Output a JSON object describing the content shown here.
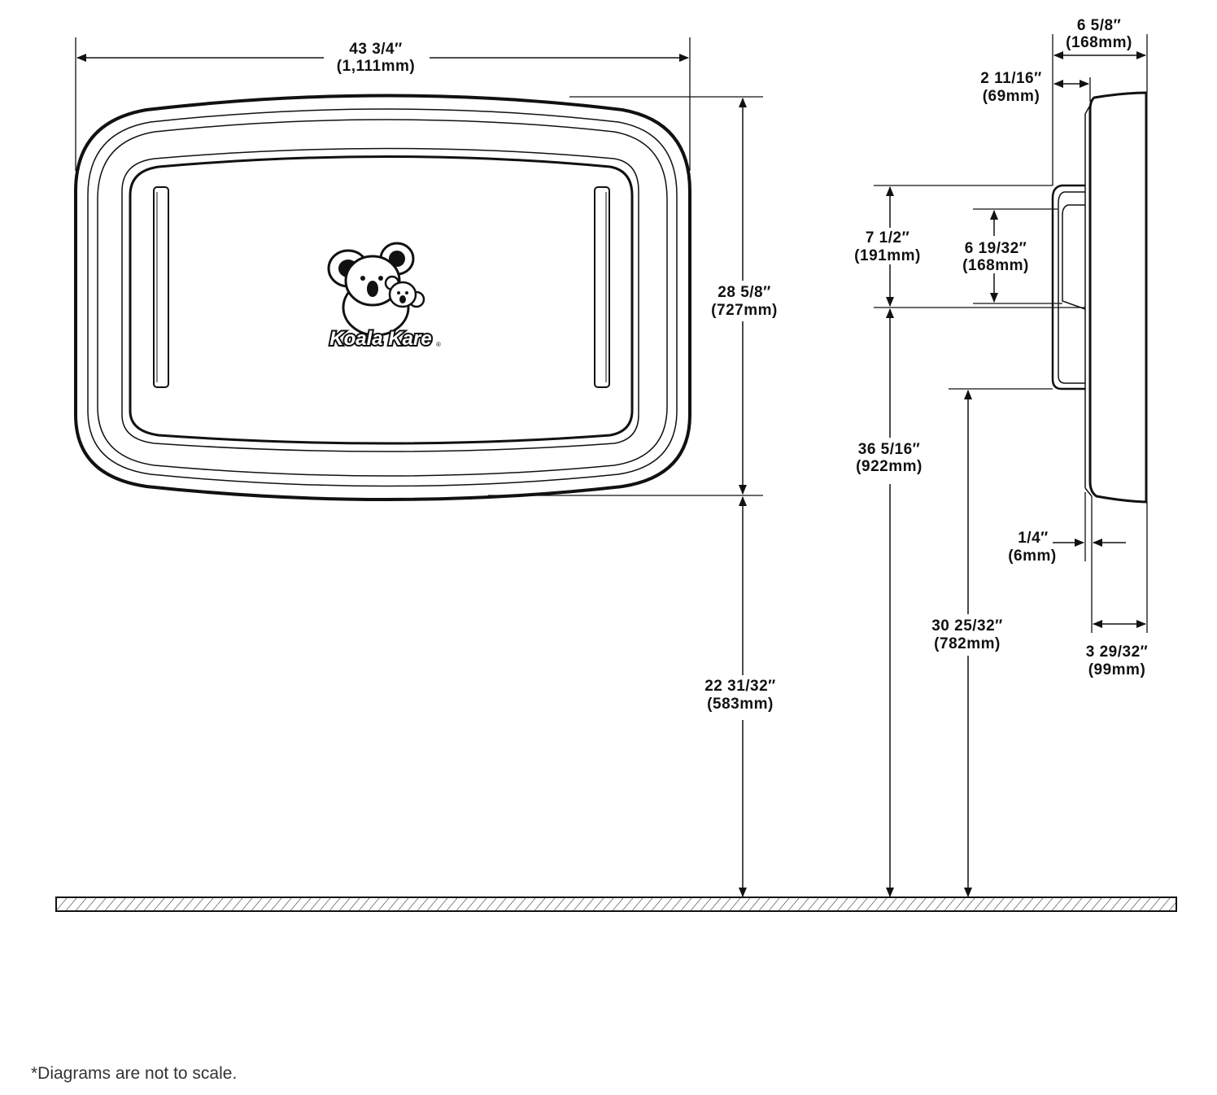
{
  "front_view": {
    "width": {
      "imperial": "43 3/4″",
      "metric": "(1,111mm)"
    },
    "height": {
      "imperial": "28 5/8″",
      "metric": "(727mm)"
    },
    "bottom_to_floor": {
      "imperial": "22 31/32″",
      "metric": "(583mm)"
    },
    "logo": {
      "text": "Koala Kare",
      "mark": "®"
    }
  },
  "side_view": {
    "overall_depth": {
      "imperial": "6 5/8″",
      "metric": "(168mm)"
    },
    "bracket_offset": {
      "imperial": "2 11/16″",
      "metric": "(69mm)"
    },
    "bracket_height": {
      "imperial": "7 1/2″",
      "metric": "(191mm)"
    },
    "handle_height": {
      "imperial": "6 19/32″",
      "metric": "(168mm)"
    },
    "bracket_bottom_to_floor": {
      "imperial": "36 5/16″",
      "metric": "(922mm)"
    },
    "handle_bottom_to_floor": {
      "imperial": "30 25/32″",
      "metric": "(782mm)"
    },
    "wall_gap": {
      "imperial": "1/4″",
      "metric": "(6mm)"
    },
    "body_depth": {
      "imperial": "3 29/32″",
      "metric": "(99mm)"
    }
  },
  "footnote": "*Diagrams are not to scale."
}
